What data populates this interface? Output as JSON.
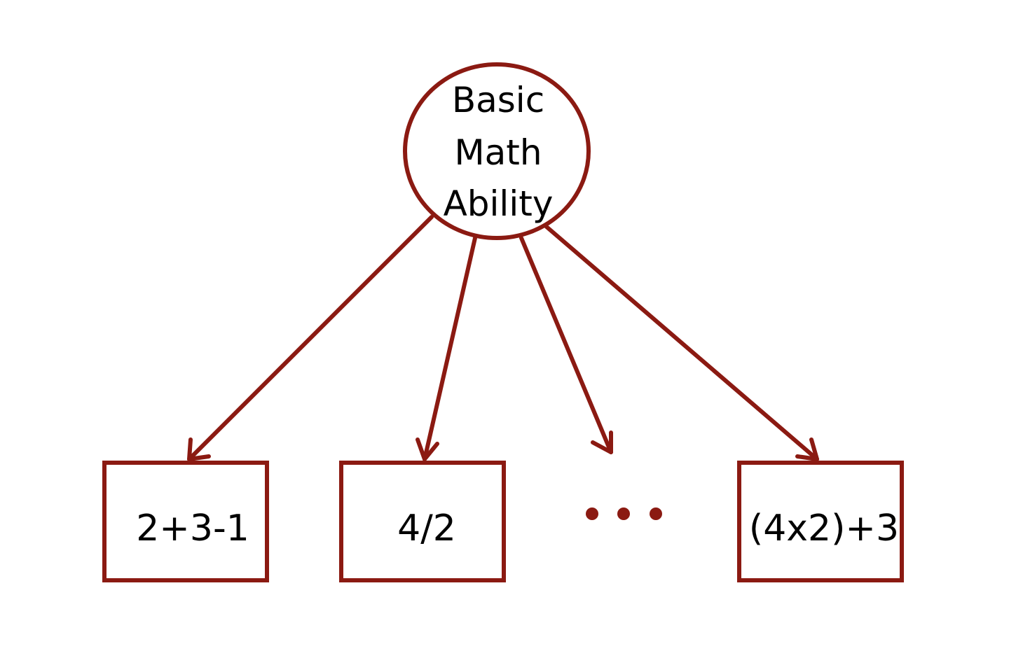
{
  "diagram": {
    "latent": {
      "lines": [
        "Basic",
        "Math",
        "Ability"
      ]
    },
    "items": [
      {
        "label": "2+3-1"
      },
      {
        "label": "4/2"
      },
      {
        "label": "(4x2)+3"
      }
    ],
    "ellipsis": "...",
    "colors": {
      "stroke": "#8b1a12",
      "text": "#000000",
      "background": "#ffffff"
    }
  }
}
